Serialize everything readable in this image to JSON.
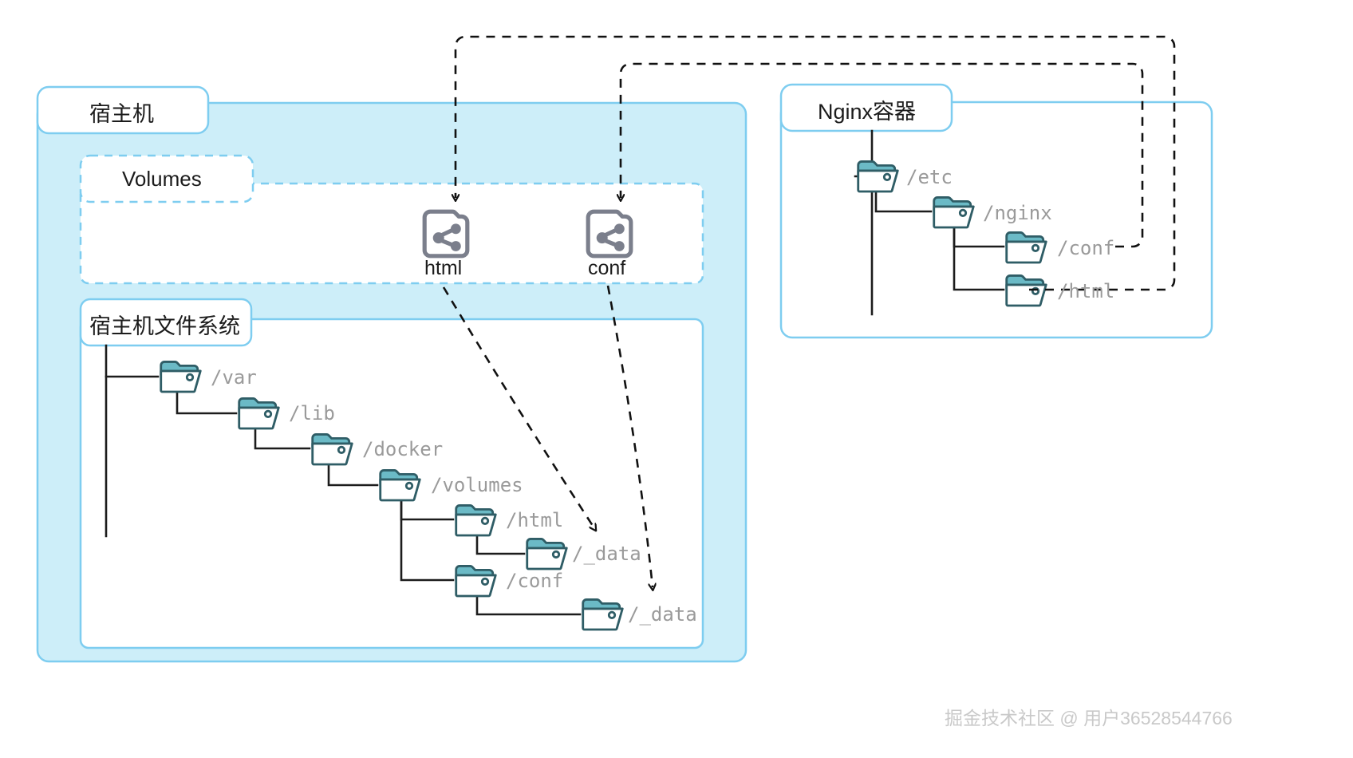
{
  "theme": {
    "host_fill": "#cdeef9",
    "host_border": "#7ecdf0",
    "box_white": "#ffffff",
    "folder_tab": "#6bbac6",
    "folder_stroke": "#2f5d66",
    "tree_line": "#1c1c1c",
    "path_text": "#9a9a9a",
    "volume_icon": "#7b7f8c",
    "dashed_arrow": "#111111",
    "watermark_color": "#c9c9c9"
  },
  "host": {
    "title": "宿主机",
    "volumes": {
      "title": "Volumes",
      "items": [
        {
          "label": "html",
          "icon": "shared-folder-icon"
        },
        {
          "label": "conf",
          "icon": "shared-folder-icon"
        }
      ]
    },
    "filesystem": {
      "title": "宿主机文件系统",
      "nodes": [
        {
          "label": "/var",
          "depth": 0,
          "icon": "folder-icon"
        },
        {
          "label": "/lib",
          "depth": 1,
          "icon": "folder-icon"
        },
        {
          "label": "/docker",
          "depth": 2,
          "icon": "folder-icon"
        },
        {
          "label": "/volumes",
          "depth": 3,
          "icon": "folder-icon"
        },
        {
          "label": "/html",
          "depth": 4,
          "icon": "folder-icon"
        },
        {
          "label": "/_data",
          "depth": 5,
          "icon": "folder-icon"
        },
        {
          "label": "/conf",
          "depth": 4,
          "icon": "folder-icon"
        },
        {
          "label": "/_data",
          "depth": 5,
          "icon": "folder-icon"
        }
      ]
    }
  },
  "container": {
    "title": "Nginx容器",
    "nodes": [
      {
        "label": "/etc",
        "depth": 0,
        "icon": "folder-icon"
      },
      {
        "label": "/nginx",
        "depth": 1,
        "icon": "folder-icon"
      },
      {
        "label": "/conf",
        "depth": 2,
        "icon": "folder-icon"
      },
      {
        "label": "/html",
        "depth": 2,
        "icon": "folder-icon"
      }
    ]
  },
  "mounts": [
    {
      "from": "html",
      "to_host": "/var/lib/docker/volumes/html/_data",
      "to_container": "/etc/nginx/html"
    },
    {
      "from": "conf",
      "to_host": "/var/lib/docker/volumes/conf/_data",
      "to_container": "/etc/nginx/conf"
    }
  ],
  "watermark": {
    "text": "掘金技术社区 @ 用户36528544766"
  }
}
